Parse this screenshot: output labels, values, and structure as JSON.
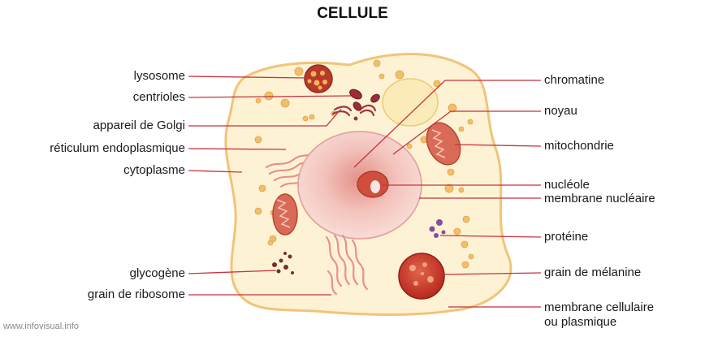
{
  "title": "CELLULE",
  "watermark": "www.infovisual.info",
  "labels_left": {
    "lysosome": "lysosome",
    "centrioles": "centrioles",
    "golgi": "appareil de Golgi",
    "reticulum": "réticulum endoplasmique",
    "cytoplasm": "cytoplasme",
    "glycogen": "glycogène",
    "ribosome": "grain de ribosome"
  },
  "labels_right": {
    "chromatin": "chromatine",
    "nucleus": "noyau",
    "mitochondria": "mitochondrie",
    "nucleolus": "nucléole",
    "nuclear_membrane": "membrane nucléaire",
    "protein": "protéine",
    "melanin": "grain de mélanine",
    "cell_membrane_1": "membrane cellulaire",
    "cell_membrane_2": "ou plasmique"
  },
  "colors": {
    "leader": "#c8323c",
    "cell_fill": "#fdf3d4",
    "cell_border": "#f2c37a",
    "nucleus": "#f6d3cf",
    "granule": "#f1bf6c"
  }
}
